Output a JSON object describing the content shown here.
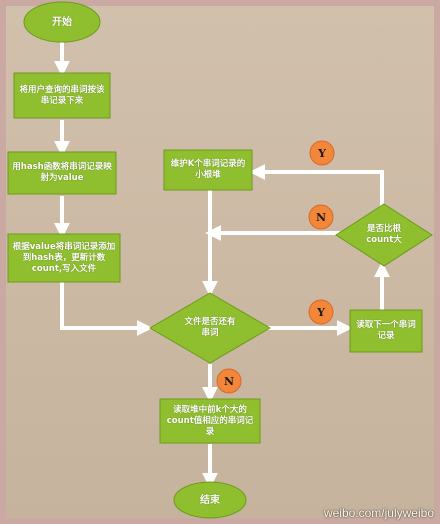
{
  "flowchart": {
    "start": "开始",
    "step_extract": "将用户查询的串词按该串记录下来",
    "step_hash": "用hash函数将串词记录映射为value",
    "step_write": "根据value将串词记录添加到hash表，更新计数count,写入文件",
    "decision_file": "文件是否还有串词",
    "step_read_next": "读取下一个串词记录",
    "decision_compare": "是否比根count大",
    "step_maintain_heap": "维护K个串词记录的小根堆",
    "step_output": "读取堆中前k个大的count值相应的串词记录",
    "end": "结束",
    "branch_y_top": "Y",
    "branch_n_top": "N",
    "branch_y_mid": "Y",
    "branch_n_bottom": "N"
  },
  "watermark": "weibo.com/julyweibo",
  "colors": {
    "page_border": "#c9a9a1",
    "canvas_bg": "#cbb9a4",
    "node_fill": "#8fbe2e",
    "node_edge": "#6d9a1c",
    "arrow": "#ffffff",
    "badge_fill": "#f2873a"
  }
}
